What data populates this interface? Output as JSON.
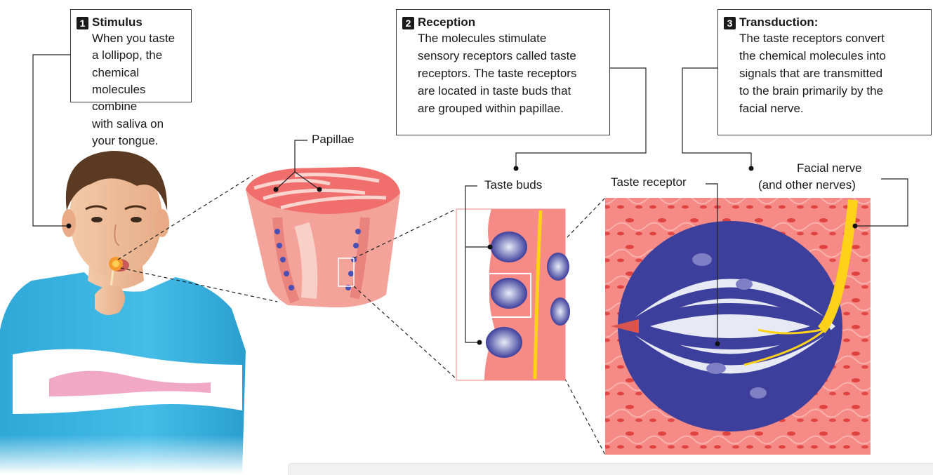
{
  "callouts": [
    {
      "num": "1",
      "title": "Stimulus",
      "lines": [
        "When you taste a lollipop, the",
        "chemical molecules combine",
        "with saliva on your tongue."
      ]
    },
    {
      "num": "2",
      "title": "Reception",
      "lines": [
        "The molecules stimulate",
        "sensory receptors called taste",
        "receptors. The taste receptors",
        "are located in taste buds that",
        "are grouped within papillae."
      ]
    },
    {
      "num": "3",
      "title": "Transduction:",
      "lines": [
        "The taste receptors convert",
        "the chemical molecules into",
        "signals that are transmitted",
        "to the brain primarily by the",
        "facial nerve."
      ]
    }
  ],
  "labels": {
    "papillae": "Papillae",
    "taste_buds": "Taste buds",
    "taste_receptor": "Taste receptor",
    "facial_nerve_1": "Facial nerve",
    "facial_nerve_2": "(and other nerves)"
  },
  "colors": {
    "tissue": "#f27a78",
    "tissue_light": "#f9b5b0",
    "receptor_blue": "#3d3f9c",
    "nerve_yellow": "#ffd21a",
    "shirt": "#3bb2e0"
  }
}
